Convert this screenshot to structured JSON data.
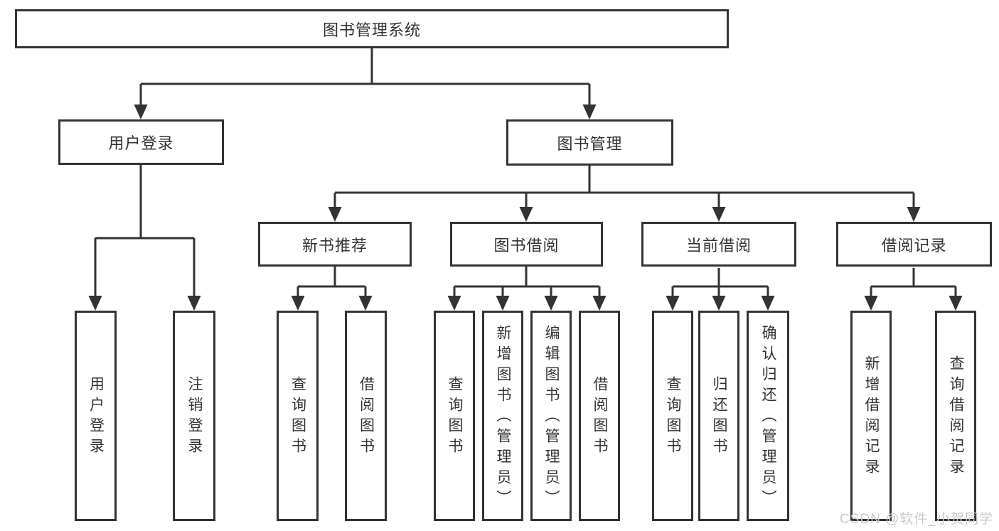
{
  "diagram": {
    "root": {
      "label": "图书管理系统"
    },
    "level2": {
      "login": {
        "label": "用户登录"
      },
      "management": {
        "label": "图书管理"
      }
    },
    "level3": {
      "new_books": {
        "label": "新书推荐"
      },
      "book_borrow": {
        "label": "图书借阅"
      },
      "current_borrow": {
        "label": "当前借阅"
      },
      "borrow_records": {
        "label": "借阅记录"
      }
    },
    "leaves": {
      "login": [
        "用户登录",
        "注销登录"
      ],
      "new_books": [
        "查询图书",
        "借阅图书"
      ],
      "book_borrow": [
        "查询图书",
        "新增图书（管理员）",
        "编辑图书（管理员）",
        "借阅图书"
      ],
      "current_borrow": [
        "查询图书",
        "归还图书",
        "确认归还（管理员）"
      ],
      "borrow_records": [
        "新增借阅记录",
        "查询借阅记录"
      ]
    }
  },
  "colors": {
    "line": "#333333",
    "text": "#333333",
    "background": "#ffffff",
    "watermark": "#c9c9c9"
  },
  "watermark": {
    "text": "CSDN @软件_小贺同学"
  }
}
